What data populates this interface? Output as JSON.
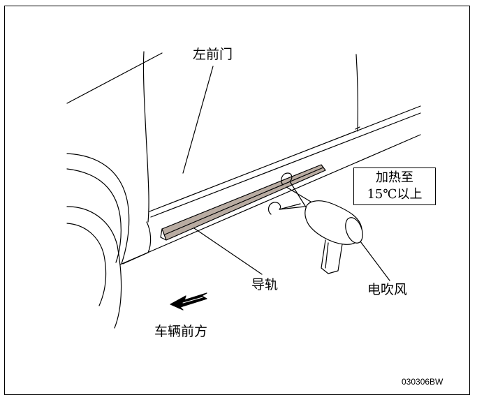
{
  "labels": {
    "left_front_door": "左前门",
    "guide_rail": "导轨",
    "heat_gun": "电吹风",
    "vehicle_front": "车辆前方"
  },
  "heat_note": {
    "line1": "加热至",
    "line2": "15℃以上"
  },
  "figure_code": "030306BW"
}
